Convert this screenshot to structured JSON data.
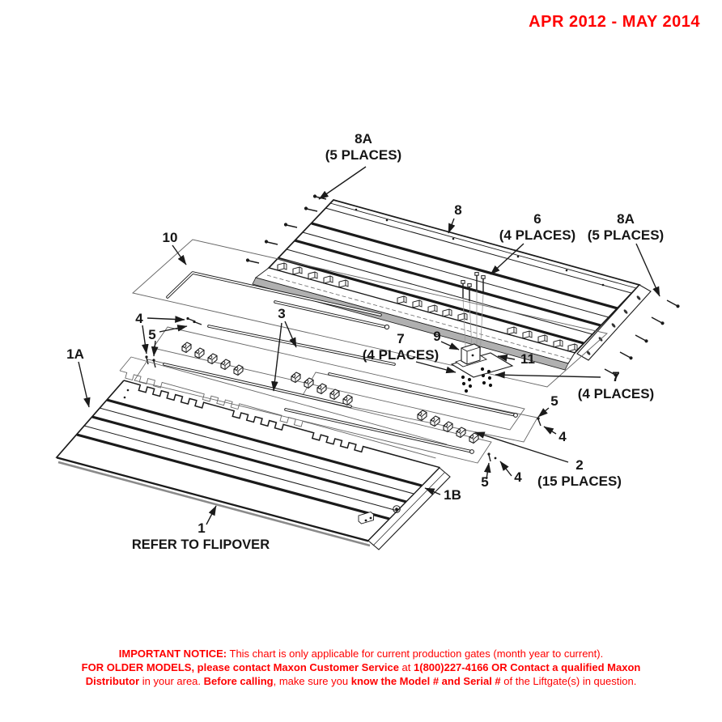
{
  "header": {
    "revision": "APR 2012 - MAY 2014"
  },
  "diagram": {
    "callouts": {
      "c8a_top": {
        "num": "8A",
        "places": "(5 PLACES)"
      },
      "c8": {
        "num": "8"
      },
      "c6": {
        "num": "6",
        "places": "(4 PLACES)"
      },
      "c8a_right": {
        "num": "8A",
        "places": "(5 PLACES)"
      },
      "c10": {
        "num": "10"
      },
      "c4_left": {
        "num": "4"
      },
      "c5_left": {
        "num": "5"
      },
      "c3": {
        "num": "3"
      },
      "c1a": {
        "num": "1A"
      },
      "c7_left": {
        "num": "7",
        "places": "(4 PLACES)"
      },
      "c9": {
        "num": "9"
      },
      "c11": {
        "num": "11"
      },
      "c7_right": {
        "num": "7",
        "places": "(4 PLACES)"
      },
      "c5_mid": {
        "num": "5"
      },
      "c4_mid": {
        "num": "4"
      },
      "c2": {
        "num": "2",
        "places": "(15 PLACES)"
      },
      "c5_bot": {
        "num": "5"
      },
      "c4_bot": {
        "num": "4"
      },
      "c1b": {
        "num": "1B"
      },
      "c1": {
        "num": "1"
      }
    },
    "flipover_note": "REFER TO FLIPOVER"
  },
  "notice": {
    "line1": {
      "seg1": "IMPORTANT NOTICE:",
      "seg2": " This chart is only applicable for current production gates (month year to current)."
    },
    "line2": {
      "seg1": "FOR OLDER MODELS, please contact Maxon Customer Service",
      "seg2": " at ",
      "seg3": "1(800)227-4166 OR Contact a qualified Maxon"
    },
    "line3": {
      "seg1": "Distributor",
      "seg2": " in your area. ",
      "seg3": "Before calling",
      "seg4": ", make sure you ",
      "seg5": "know the Model # and Serial #",
      "seg6": " of the Liftgate(s) in question."
    }
  },
  "colors": {
    "accent_red": "#ff0000",
    "ink": "#1a1a1a"
  }
}
